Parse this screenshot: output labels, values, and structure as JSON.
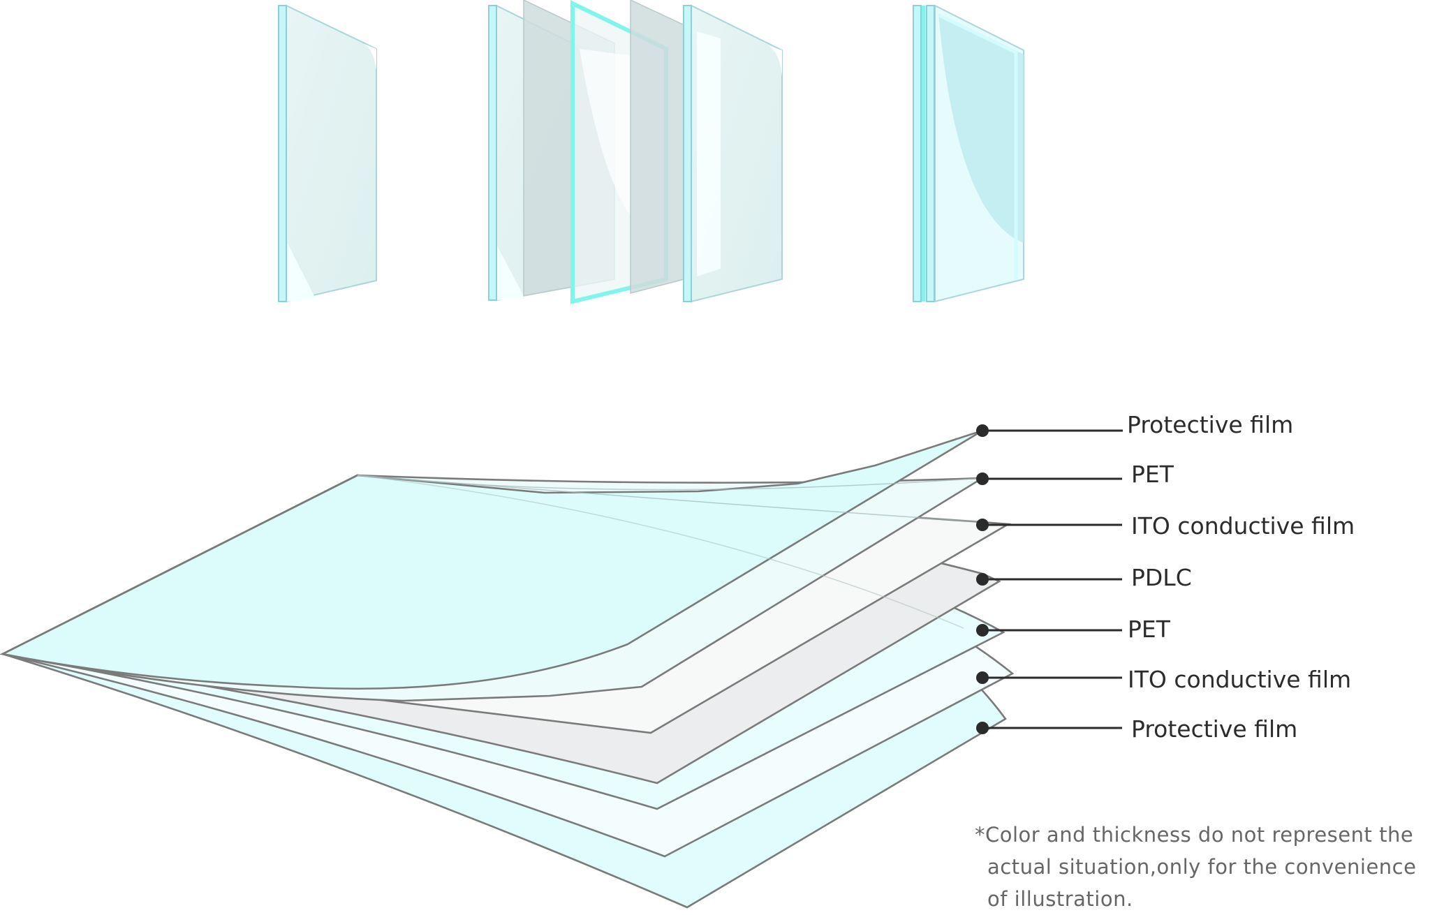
{
  "diagram": {
    "title": "PDLC smart film layer structure",
    "glass_assemblies": [
      {
        "name": "single-glass-pane",
        "description": "Single glass pane"
      },
      {
        "name": "exploded-laminated-glass",
        "description": "Exploded view: glass, interlayer, PDLC film, interlayer, glass"
      },
      {
        "name": "assembled-laminated-glass",
        "description": "Assembled laminated smart glass"
      }
    ],
    "layers": [
      {
        "label": "Protective film",
        "fill": "#dcfcfc"
      },
      {
        "label": "PET",
        "fill": "#eefbfb"
      },
      {
        "label": "ITO conductive film",
        "fill": "#f7f8f8"
      },
      {
        "label": "PDLC",
        "fill": "#ebedee"
      },
      {
        "label": "PET",
        "fill": "#e8fdfd"
      },
      {
        "label": "ITO conductive film",
        "fill": "#f3fdfd"
      },
      {
        "label": "Protective film",
        "fill": "#e0fcfd"
      }
    ],
    "note": {
      "line1": "*Color and thickness do not represent the",
      "line2": "actual situation,only for the convenience",
      "line3": "of illustration."
    },
    "colors": {
      "outline": "#7a7a7a",
      "leader": "#2b2b2b",
      "glass_edge": "#8ccfd6",
      "glass_cyan": "#7ff5ec"
    }
  }
}
